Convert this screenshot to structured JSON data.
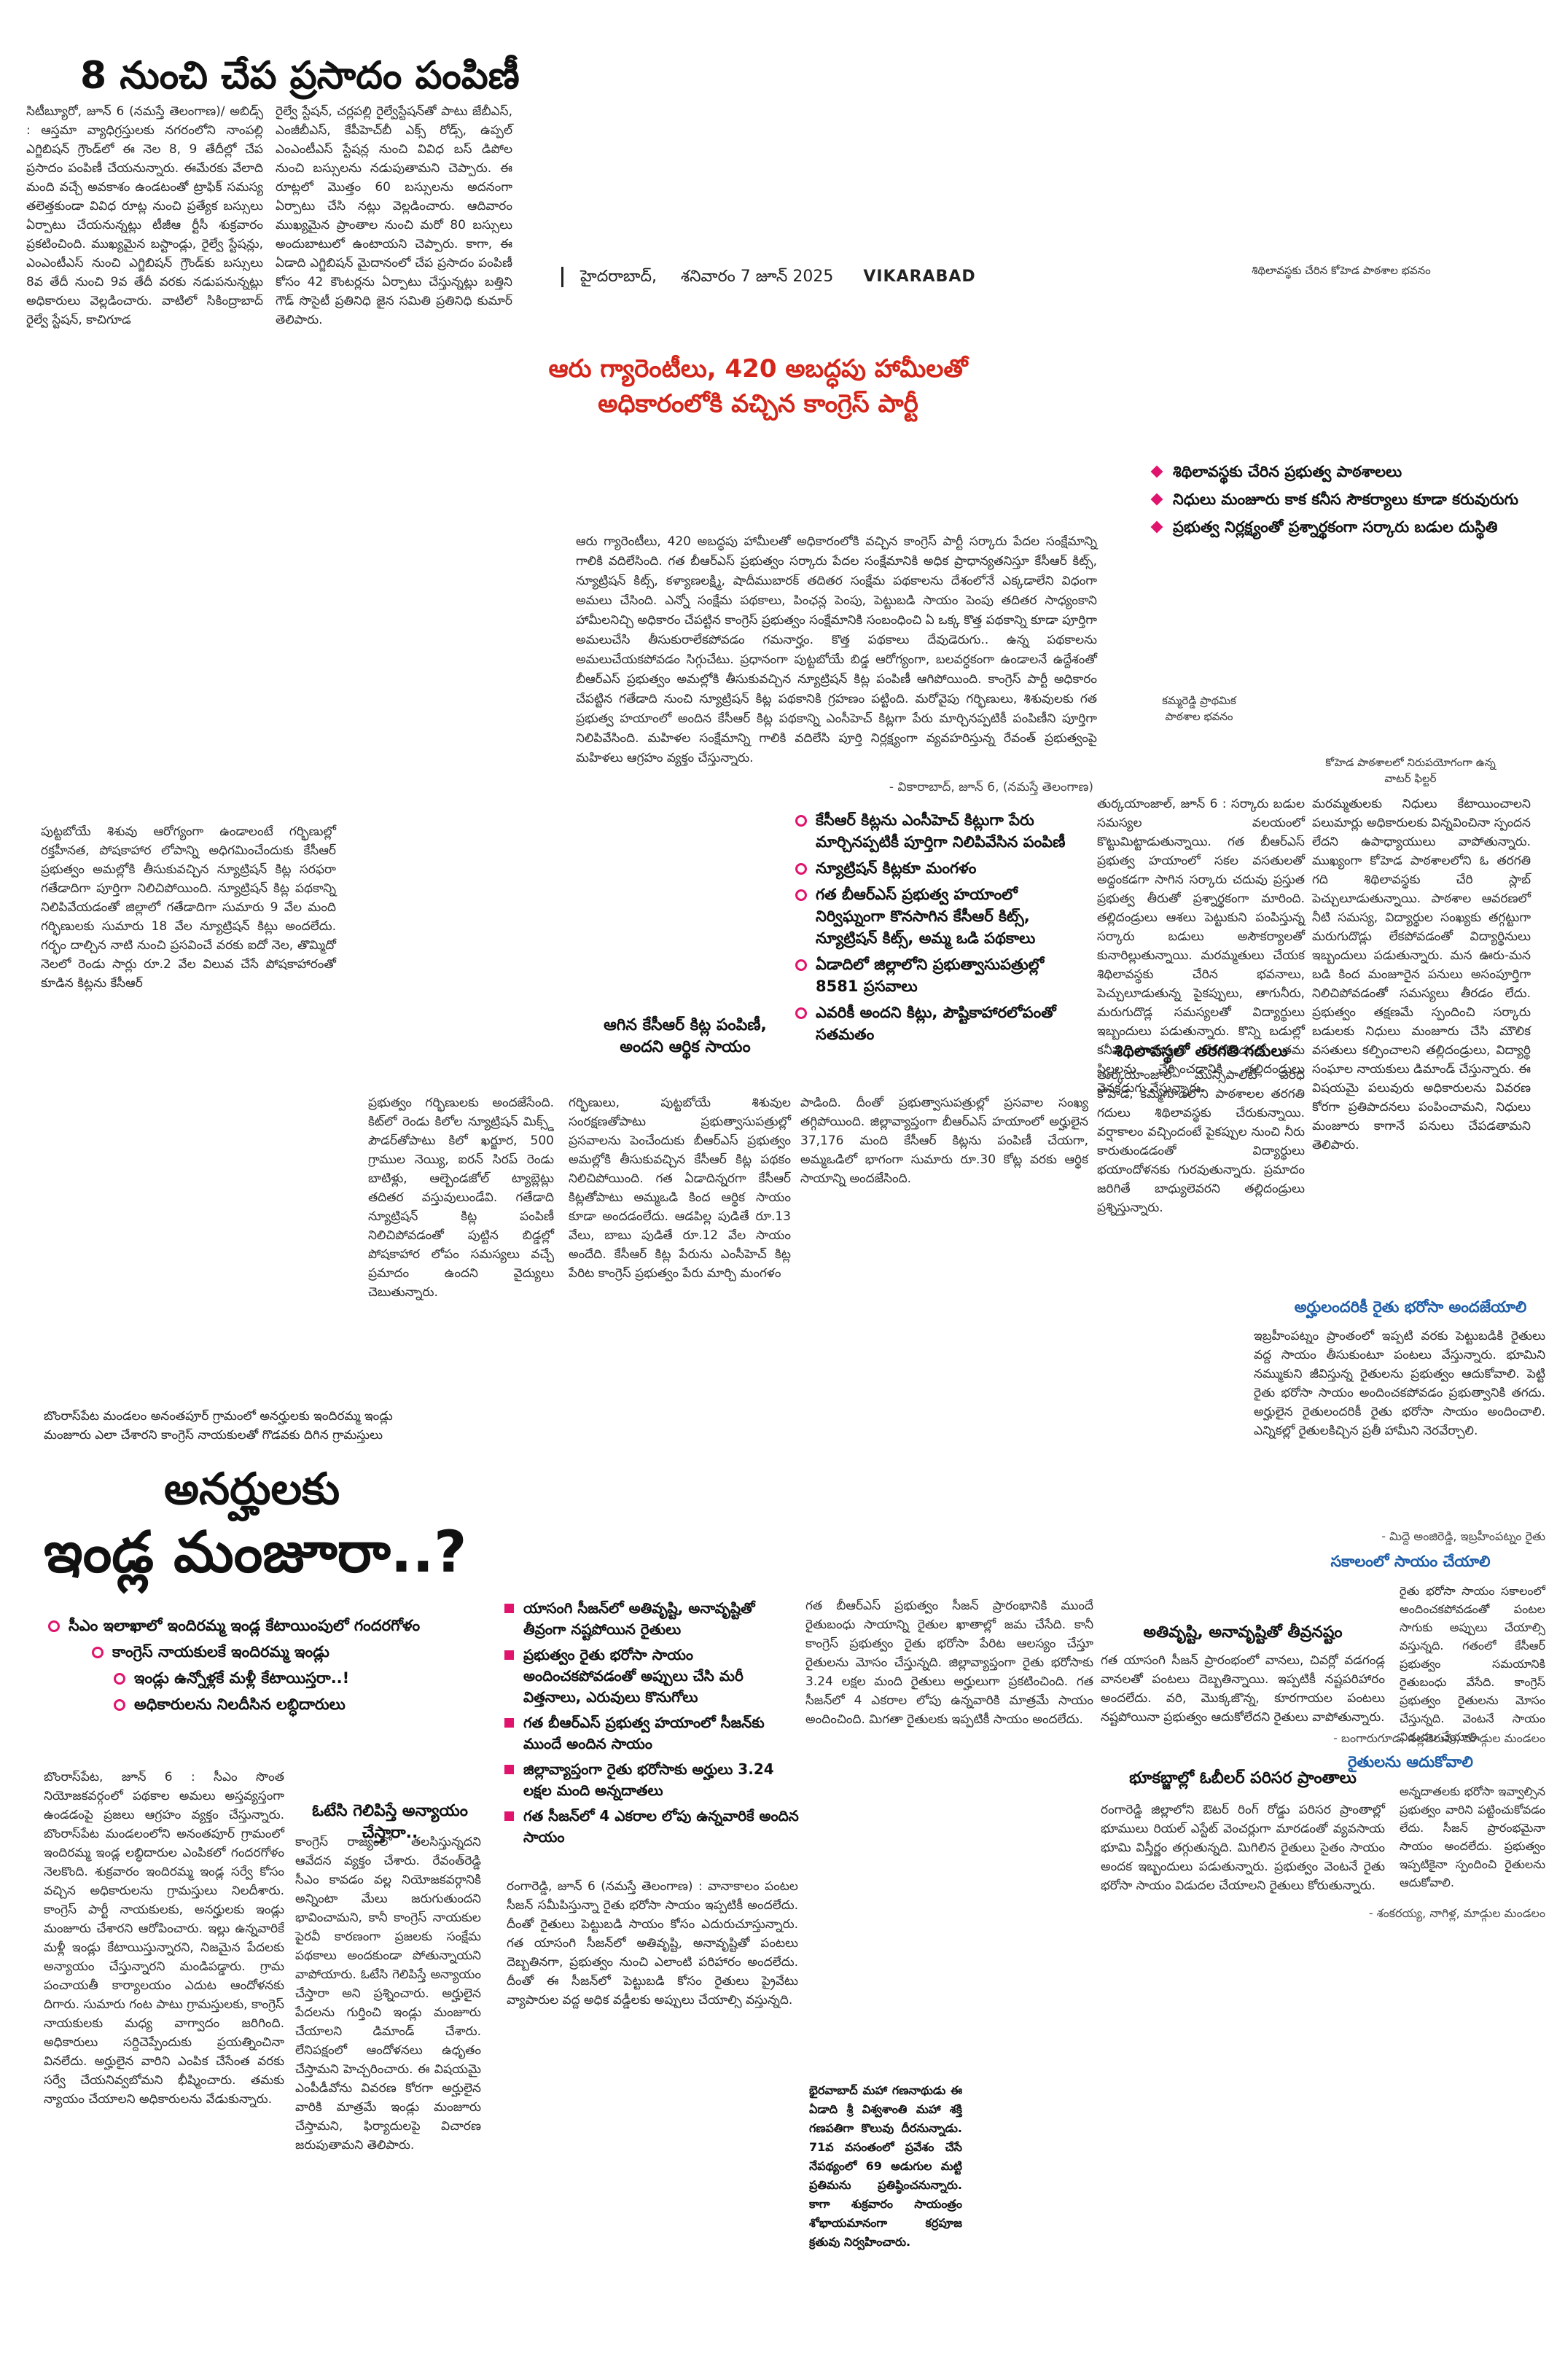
{
  "top_story": {
    "headline": "8 నుంచి చేప ప్రసాదం పంపిణీ",
    "col1": "సిటీబ్యూరో, జూన్ 6 (నమస్తే తెలంగాణ)/ అబిడ్స్ : ఆస్తమా వ్యాధిగ్రస్తులకు నగరంలోని నాంపల్లి ఎగ్జిబిషన్ గ్రౌండ్‌లో ఈ నెల 8, 9 తేదీల్లో చేప ప్రసాదం పంపిణీ చేయనున్నారు. ఈమేరకు వేలాది మంది వచ్చే అవకాశం ఉండటంతో ట్రాఫిక్ సమస్య తలెత్తకుండా వివిధ రూట్ల నుంచి ప్రత్యేక బస్సులు ఏర్పాటు చేయనున్నట్లు టీజీఆ ర్టీసీ శుక్రవారం ప్రకటించింది. ముఖ్యమైన బస్టాండ్లు, రైల్వే స్టేషన్లు, ఎంఎంటీఎస్ నుంచి ఎగ్జిబిషన్ గ్రౌండ్‌కు బస్సులు 8వ తేదీ నుంచి 9వ తేదీ వరకు నడుపనున్నట్లు అధికారులు వెల్లడించారు. వాటిలో సికింద్రాబాద్ రైల్వే స్టేషన్, కాచిగూడ",
    "col2": "రైల్వే స్టేషన్, చర్లపల్లి రైల్వేస్టేషన్‌తో పాటు జేబీఎస్, ఎంజీబీఎస్, కేపీహెచ్‌బీ ఎక్స్ రోడ్స్, ఉప్పల్ ఎంఎంటీఎస్ స్టేషన్ల నుంచి వివిధ బస్ డిపోల నుంచి బస్సులను నడుపుతామని చెప్పారు. ఈ రూట్లలో మొత్తం 60 బస్సులను అదనంగా ఏర్పాటు చేసి నట్లు వెల్లడించారు. ఆదివారం ముఖ్యమైన ప్రాంతాల నుంచి మరో 80 బస్సులు అందుబాటులో ఉంటాయని చెప్పారు. కాగా, ఈ ఏడాది ఎగ్జిబిషన్ మైదానంలో చేప ప్రసాదం పంపిణీ కోసం 42 కౌంటర్లను ఏర్పాటు చేస్తున్నట్లు బత్తిని గౌడ్ సొసైటీ ప్రతినిధి జైన సమితి ప్రతినిధి కుమార్ తెలిపారు."
  },
  "dateline": {
    "city": "హైదరాబాద్,",
    "date": "శనివారం 7 జూన్ 2025",
    "edition": "VIKARABAD"
  },
  "photo_top_right": {
    "caption": "శిథిలావస్థకు చేరిన కోహెడ పాఠశాల భవనం"
  },
  "congress_story": {
    "headline_line1": "ఆరు గ్యారెంటీలు, 420 అబద్ధపు హామీలతో",
    "headline_line2": "అధికారంలోకి వచ్చిన కాంగ్రెస్ పార్టీ",
    "body": "ఆరు గ్యారెంటీలు, 420 అబద్ధపు హామీలతో అధికారంలోకి వచ్చిన కాంగ్రెస్ పార్టీ సర్కారు పేదల సంక్షేమాన్ని గాలికి వదిలేసింది. గత బీఆర్ఎస్ ప్రభుత్వం సర్కారు పేదల సంక్షేమానికి అధిక ప్రాధాన్యతనిస్తూ కేసీఆర్ కిట్స్, న్యూట్రిషన్ కిట్స్, కళ్యాణలక్ష్మి, షాదీముబారక్ తదితర సంక్షేమ పథకాలను దేశంలోనే ఎక్కడాలేని విధంగా అమలు చేసింది. ఎన్నో సంక్షేమ పథకాలు, పింఛన్ల పెంపు, పెట్టుబడి సాయం పెంపు తదితర సాధ్యంకాని హామీలనిచ్చి అధికారం చేపట్టిన కాంగ్రెస్ ప్రభుత్వం సంక్షేమానికి సంబంధించి ఏ ఒక్క కొత్త పథకాన్ని కూడా పూర్తిగా అమలుచేసి తీసుకురాలేకపోవడం గమనార్హం. కొత్త పథకాలు దేవుడెరుగు.. ఉన్న పథకాలను అమలుచేయకపోవడం సిగ్గుచేటు. ప్రధానంగా పుట్టబోయే బిడ్డ ఆరోగ్యంగా, బలవర్ధకంగా ఉండాలనే ఉద్దేశంతో బీఆర్ఎస్ ప్రభుత్వం అమల్లోకి తీసుకువచ్చిన న్యూట్రిషన్ కిట్ల పంపిణీ ఆగిపోయింది. కాంగ్రెస్ పార్టీ అధికారం చేపట్టిన గతేడాది నుంచి న్యూట్రిషన్ కిట్ల పథకానికి గ్రహణం పట్టింది. మరోవైపు గర్భిణులు, శిశువులకు గత ప్రభుత్వ హయాంలో అందిన కేసీఆర్ కిట్ల పథకాన్ని ఎంసీహెచ్ కిట్లగా పేరు మార్చినప్పటికీ పంపిణీని పూర్తిగా నిలిపివేసింది. మహిళల సంక్షేమాన్ని గాలికి వదిలేసి పూర్తి నిర్లక్ష్యంగా వ్యవహరిస్తున్న రేవంత్ ప్రభుత్వంపై మహిళలు ఆగ్రహం వ్యక్తం చేస్తున్నారు.",
    "byline": "- వికారాబాద్, జూన్ 6, (నమస్తే తెలంగాణ)"
  },
  "school_highlights": [
    "శిథిలావస్థకు చేరిన ప్రభుత్వ పాఠశాలలు",
    "నిధులు మంజూరు కాక కనీస సౌకర్యాలు కూడా కరువురుగు",
    "ప్రభుత్వ నిర్లక్ష్యంతో ప్రశ్నార్థకంగా సర్కారు బడుల దుస్థితి"
  ],
  "photo_mid_left": {
    "caption": "కమ్మరెడ్డి ప్రాథమిక పాఠశాల భవనం"
  },
  "photo_mid_right": {
    "caption": "కోహెడ పాఠశాలలో నిరుపయోగంగా ఉన్న వాటర్ ఫిల్టర్"
  },
  "kit_highlights": [
    "కేసీఆర్ కిట్లను ఎంసీహెచ్ కిట్లుగా పేరు మార్చినప్పటికీ పూర్తిగా నిలిపివేసిన పంపిణీ",
    "న్యూట్రిషన్ కిట్లకూ మంగళం",
    "గత బీఆర్ఎస్ ప్రభుత్వ హయాంలో నిర్విఘ్నంగా కొనసాగిన కేసీఆర్ కిట్స్, న్యూట్రిషన్ కిట్స్, అమ్మ ఒడి పథకాలు",
    "ఏడాదిలో జిల్లాలోని ప్రభుత్వాసుపత్రుల్లో 8581 ప్రసవాలు",
    "ఎవరికీ అందని కిట్లు, పౌష్టికాహారలోపంతో సతమతం"
  ],
  "kits_left_col": "పుట్టబోయే శిశువు ఆరోగ్యంగా ఉండాలంటే గర్భిణుల్లో రక్తహీనత, పోషకాహార లోపాన్ని అధిగమించేందుకు కేసీఆర్ ప్రభుత్వం అమల్లోకి తీసుకువచ్చిన న్యూట్రిషన్ కిట్ల సరఫరా గతేడాదిగా పూర్తిగా నిలిచిపోయింది. న్యూట్రిషన్ కిట్ల పథకాన్ని నిలిపివేయడంతో జిల్లాలో గతేడాదిగా సుమారు 9 వేల మంది గర్భిణులకు సుమారు 18 వేల న్యూట్రిషన్ కిట్లు అందలేదు. గర్భం దాల్చిన నాటి నుంచి ప్రసవించే వరకు ఐదో నెల, తొమ్మిదో నెలలో రెండు సార్లు రూ.2 వేల విలువ చేసే పోషకాహారంతో కూడిన కిట్లను కేసీఆర్",
  "kits_sub": "ఆగిన కేసీఆర్ కిట్ల పంపిణీ, అందని ఆర్థిక సాయం",
  "kits_col_a": "ప్రభుత్వం గర్భిణులకు అందజేసేంది. కిట్‌లో రెండు కిలోల న్యూట్రిషన్ మిక్స్డ్ పౌడర్‌తోపాటు కిలో ఖర్జూర, 500 గ్రాముల నెయ్యి, ఐరన్ సిరప్ రెండు బాటిళ్లు, ఆల్బెండజోల్ ట్యాబ్లెట్లు తదితర వస్తువులుండేవి. గతేడాది న్యూట్రిషన్ కిట్ల పంపిణీ నిలిచిపోవడంతో పుట్టిన బిడ్డల్లో పోషకాహార లోపం సమస్యలు వచ్చే ప్రమాదం ఉందని వైద్యులు చెబుతున్నారు.",
  "kits_col_b": "గర్భిణులు, పుట్టబోయే శిశువుల సంరక్షణతోపాటు ప్రభుత్వాసుపత్రుల్లో ప్రసవాలను పెంచేందుకు బీఆర్ఎస్ ప్రభుత్వం అమల్లోకి తీసుకువచ్చిన కేసీఆర్ కిట్ల పథకం నిలిచిపోయింది. గత ఏడాదిన్నరగా కేసీఆర్ కిట్లతోపాటు అమ్మఒడి కింద ఆర్థిక సాయం కూడా అందడంలేదు. ఆడపిల్ల పుడితే రూ.13 వేలు, బాబు పుడితే రూ.12 వేల సాయం అందేది. కేసీఆర్ కిట్ల పేరును ఎంసీహెచ్ కిట్ల పేరిట కాంగ్రెస్ ప్రభుత్వం పేరు మార్చి మంగళం",
  "kits_col_c": "పాడింది. దీంతో ప్రభుత్వాసుపత్రుల్లో ప్రసవాల సంఖ్య తగ్గిపోయింది. జిల్లావ్యాప్తంగా బీఆర్ఎస్ హయాంలో అర్హులైన 37,176 మంది కేసీఆర్ కిట్లను పంపిణీ చేయగా, అమ్మఒడిలో భాగంగా సుమారు రూ.30 కోట్ల వరకు ఆర్థిక సాయాన్ని అందజేసింది.",
  "school_story": {
    "col1": "తుర్కయాంజాల్, జూన్ 6 : సర్కారు బడుల సమస్యల వలయంలో కొట్టుమిట్టాడుతున్నాయి. గత బీఆర్ఎస్ ప్రభుత్వ హయాంలో సకల వసతులతో అద్దంకడగా సాగిన సర్కారు చదువు ప్రస్తుత ప్రభుత్వ తీరుతో ప్రశ్నార్థకంగా మారింది. తల్లిదండ్రులు ఆశలు పెట్టుకుని పంపిస్తున్న సర్కారు బడులు అసౌకర్యాలతో కునారిల్లుతున్నాయి. మరమ్మతులు చేయక శిథిలావస్థకు చేరిన భవనాలు, పెచ్చులూడుతున్న పైకప్పులు, తాగునీరు, మరుగుదొడ్ల సమస్యలతో విద్యార్థులు ఇబ్బందులు పడుతున్నారు. కొన్ని బడుల్లో కనీస సౌకర్యాలు లేకపోవడంతో తమ పిల్లలను చేర్పించడానికి తల్లిదండ్రులు వెనకడుగు వేస్తున్నారు.",
    "sub": "శిథిలావస్థలో తరగతి గదులు",
    "col1b": "తుర్కయాంజాల్ మున్సిపాలిటీ పరిధి కోహెడ, కమ్మగూడలోని పాఠశాలల తరగతి గదులు శిథిలావస్థకు చేరుకున్నాయి. వర్షాకాలం వచ్చిందంటే పైకప్పుల నుంచి నీరు కారుతుండడంతో విద్యార్థులు భయాందోళనకు గురవుతున్నారు. ప్రమాదం జరిగితే బాధ్యులెవరని తల్లిదండ్రులు ప్రశ్నిస్తున్నారు.",
    "col2": "మరమ్మతులకు నిధులు కేటాయించాలని పలుమార్లు అధికారులకు విన్నవించినా స్పందన లేదని ఉపాధ్యాయులు వాపోతున్నారు. ముఖ్యంగా కోహెడ పాఠశాలలోని ఓ తరగతి గది శిథిలావస్థకు చేరి స్లాబ్ పెచ్చులూడుతున్నాయి. పాఠశాల ఆవరణలో నీటి సమస్య, విద్యార్థుల సంఖ్యకు తగ్గట్టుగా మరుగుదొడ్లు లేకపోవడంతో విద్యార్థినులు ఇబ్బందులు పడుతున్నారు. మన ఊరు-మన బడి కింద మంజూరైన పనులు అసంపూర్తిగా నిలిచిపోవడంతో సమస్యలు తీరడం లేదు. ప్రభుత్వం తక్షణమే స్పందించి సర్కారు బడులకు నిధులు మంజూరు చేసి మౌలిక వసతులు కల్పించాలని తల్లిదండ్రులు, విద్యార్థి సంఘాల నాయకులు డిమాండ్ చేస్తున్నారు. ఈ విషయమై పలువురు అధికారులను వివరణ కోరగా ప్రతిపాదనలు పంపించామని, నిధులు మంజూరు కాగానే పనులు చేపడతామని తెలిపారు."
  },
  "housing_story": {
    "kicker_line1": "బొంరాస్‌పేట మండలం అనంతపూర్ గ్రామంలో అనర్హులకు ఇందిరమ్మ ఇండ్లు",
    "kicker_line2": "మంజూరు ఎలా చేశారని కాంగ్రెస్ నాయకులతో గొడవకు దిగిన గ్రామస్తులు",
    "headline_line1": "అనర్హులకు",
    "headline_line2": "ఇండ్ల మంజూరా..?",
    "highlights": [
      "సీఎం ఇలాఖాలో ఇందిరమ్మ ఇండ్ల కేటాయింపులో గందరగోళం",
      "కాంగ్రెస్ నాయకులకే ఇందిరమ్మ ఇండ్లు",
      "ఇండ్లు ఉన్నోళ్లకే మళ్లీ కేటాయిస్తరా..!",
      "అధికారులను నిలదీసిన లబ్ధిదారులు"
    ],
    "col1": "బొంరాస్‌పేట, జూన్ 6 : సీఎం సొంత నియోజకవర్గంలో పథకాల అమలు అస్తవ్యస్తంగా ఉండడంపై ప్రజలు ఆగ్రహం వ్యక్తం చేస్తున్నారు. బొంరాస్‌పేట మండలంలోని అనంతపూర్ గ్రామంలో ఇందిరమ్మ ఇండ్ల లబ్ధిదారుల ఎంపికలో గందరగోళం నెలకొంది. శుక్రవారం ఇందిరమ్మ ఇండ్ల సర్వే కోసం వచ్చిన అధికారులను గ్రామస్తులు నిలదీశారు. కాంగ్రెస్ పార్టీ నాయకులకు, అనర్హులకు ఇండ్లు మంజూరు చేశారని ఆరోపించారు. ఇల్లు ఉన్నవారికే మళ్లీ ఇండ్లు కేటాయిస్తున్నారని, నిజమైన పేదలకు అన్యాయం చేస్తున్నారని మండిపడ్డారు. గ్రామ పంచాయతీ కార్యాలయం ఎదుట ఆందోళనకు దిగారు. సుమారు గంట పాటు గ్రామస్తులకు, కాంగ్రెస్ నాయకులకు మధ్య వాగ్వాదం జరిగింది. అధికారులు సర్దిచెప్పేందుకు ప్రయత్నించినా వినలేదు. అర్హులైన వారిని ఎంపిక చేసేంత వరకు సర్వే చేయనివ్వబోమని భీష్మించారు. తమకు న్యాయం చేయాలని అధికారులను వేడుకున్నారు.",
    "sub": "ఓటేసి గెలిపిస్తే అన్యాయం చేస్తారా..",
    "col2": "కాంగ్రెస్ రాజ్యంలో తలసిస్తున్నదని ఆవేదన వ్యక్తం చేశారు. రేవంత్‌రెడ్డి సీఎం కావడం వల్ల నియోజకవర్గానికి అన్నింటా మేలు జరుగుతుందని భావించామని, కానీ కాంగ్రెస్ నాయకుల పైరవీ కారణంగా ప్రజలకు సంక్షేమ పథకాలు అందకుండా పోతున్నాయని వాపోయారు. ఓటేసి గెలిపిస్తే అన్యాయం చేస్తారా అని ప్రశ్నించారు. అర్హులైన పేదలను గుర్తించి ఇండ్లు మంజూరు చేయాలని డిమాండ్ చేశారు. లేనిపక్షంలో ఆందోళనలు ఉధృతం చేస్తామని హెచ్చరించారు. ఈ విషయమై ఎంపీడీవోను వివరణ కోరగా అర్హులైన వారికి మాత్రమే ఇండ్లు మంజూరు చేస్తామని, ఫిర్యాదులపై విచారణ జరుపుతామని తెలిపారు."
  },
  "farmer_story": {
    "highlights": [
      "యాసంగి సీజన్‌లో అతివృష్టి, అనావృష్టితో తీవ్రంగా నష్టపోయిన రైతులు",
      "ప్రభుత్వం రైతు భరోసా సాయం అందించకపోవడంతో అప్పులు చేసి మరీ విత్తనాలు, ఎరువులు కొనుగోలు",
      "గత బీఆర్ఎస్ ప్రభుత్వ హయాంలో సీజన్‌కు ముందే అందిన సాయం",
      "జిల్లావ్యాప్తంగా రైతు భరోసాకు అర్హులు 3.24 లక్షల మంది అన్నదాతలు",
      "గత సీజన్‌లో 4 ఎకరాల లోపు ఉన్నవారికే అందిన సాయం"
    ],
    "col1": "రంగారెడ్డి, జూన్ 6 (నమస్తే తెలంగాణ) : వానాకాలం పంటల సీజన్ సమీపిస్తున్నా రైతు భరోసా సాయం ఇప్పటికీ అందలేదు. దీంతో రైతులు పెట్టుబడి సాయం కోసం ఎదురుచూస్తున్నారు. గత యాసంగి సీజన్‌లో అతివృష్టి, అనావృష్టితో పంటలు దెబ్బతినగా, ప్రభుత్వం నుంచి ఎలాంటి పరిహారం అందలేదు. దీంతో ఈ సీజన్‌లో పెట్టుబడి కోసం రైతులు ప్రైవేటు వ్యాపారుల వద్ద అధిక వడ్డీలకు అప్పులు చేయాల్సి వస్తున్నది.",
    "col2": "గత బీఆర్ఎస్ ప్రభుత్వం సీజన్ ప్రారంభానికి ముందే రైతుబంధు సాయాన్ని రైతుల ఖాతాల్లో జమ చేసేది. కానీ కాంగ్రెస్ ప్రభుత్వం రైతు భరోసా పేరిట ఆలస్యం చేస్తూ రైతులను మోసం చేస్తున్నది. జిల్లావ్యాప్తంగా రైతు భరోసాకు 3.24 లక్షల మంది రైతులు అర్హులుగా ప్రకటించింది. గత సీజన్‌లో 4 ఎకరాల లోపు ఉన్నవారికి మాత్రమే సాయం అందించింది. మిగతా రైతులకు ఇప్పటికీ సాయం అందలేదు.",
    "sub1": "అతివృష్టి, అనావృష్టితో తీవ్రనష్టం",
    "col3": "గత యాసంగి సీజన్ ప్రారంభంలో వానలు, చివర్లో వడగండ్ల వానలతో పంటలు దెబ్బతిన్నాయి. ఇప్పటికీ నష్టపరిహారం అందలేదు. వరి, మొక్కజొన్న, కూరగాయల పంటలు నష్టపోయినా ప్రభుత్వం ఆదుకోలేదని రైతులు వాపోతున్నారు.",
    "sub2": "భూకబ్జాల్లో ఓబీలర్ పరిసర ప్రాంతాలు",
    "col4": "రంగారెడ్డి జిల్లాలోని ఔటర్ రింగ్ రోడ్డు పరిసర ప్రాంతాల్లో భూములు రియల్ ఎస్టేట్ వెంచర్లుగా మారడంతో వ్యవసాయ భూమి విస్తీర్ణం తగ్గుతున్నది. మిగిలిన రైతులు సైతం సాయం అందక ఇబ్బందులు పడుతున్నారు. ప్రభుత్వం వెంటనే రైతు భరోసా సాయం విడుదల చేయాలని రైతులు కోరుతున్నారు."
  },
  "quotes": {
    "q1_head": "అర్హులందరికీ రైతు భరోసా అందజేయాలి",
    "q1_body": "ఇబ్రహీంపట్నం ప్రాంతంలో ఇప్పటి వరకు పెట్టుబడికి రైతులు వద్ద సాయం తీసుకుంటూ పంటలు వేస్తున్నారు. భూమిని నమ్ముకుని జీవిస్తున్న రైతులను ప్రభుత్వం ఆదుకోవాలి. పెట్టి రైతు భరోసా సాయం అందించకపోవడం ప్రభుత్వానికి తగదు. అర్హులైన రైతులందరికీ రైతు భరోసా సాయం అందించాలి. ఎన్నికల్లో రైతులకిచ్చిన ప్రతీ హామీని నెరవేర్చాలి.",
    "q1_by": "- మిద్దె అంజిరెడ్డి, ఇబ్రహీంపట్నం రైతు",
    "q2_head": "సకాలంలో సాయం చేయాలి",
    "q2_body": "రైతు భరోసా సాయం సకాలంలో అందించకపోవడంతో పంటల సాగుకు అప్పులు చేయాల్సి వస్తున్నది. గతంలో కేసీఆర్ ప్రభుత్వం సమయానికి రైతుబంధు వేసేది. కాంగ్రెస్ ప్రభుత్వం రైతులను మోసం చేస్తున్నది. వెంటనే సాయం విడుదల చేయాలి.",
    "q2_by": "- బంగారుగూడ, నల్లచెరువు, మాడ్గుల మండలం",
    "q3_head": "రైతులను ఆదుకోవాలి",
    "q3_body": "అన్నదాతలకు భరోసా ఇవ్వాల్సిన ప్రభుత్వం వారిని పట్టించుకోవడం లేదు. సీజన్ ప్రారంభమైనా సాయం అందలేదు. ప్రభుత్వం ఇప్పటికైనా స్పందించి రైతులను ఆదుకోవాలి.",
    "q3_by": "- శంకరయ్య, నాగిళ్ల, మాడ్గుల మండలం"
  },
  "brief_box": "భైరవాబాద్ మహా గణనాథుడు ఈ ఏడాది శ్రీ విశ్వశాంతి మహా శక్తి గణపతిగా కొలువు దీరనున్నాడు. 71వ వసంతంలో ప్రవేశం చేసే నేపథ్యంలో 69 అడుగుల మట్టి ప్రతిమను ప్రతిష్ఠించనున్నారు. కాగా శుక్రవారం సాయంత్రం శోభాయమానంగా కర్రపూజ క్రతువు నిర్వహించారు."
}
